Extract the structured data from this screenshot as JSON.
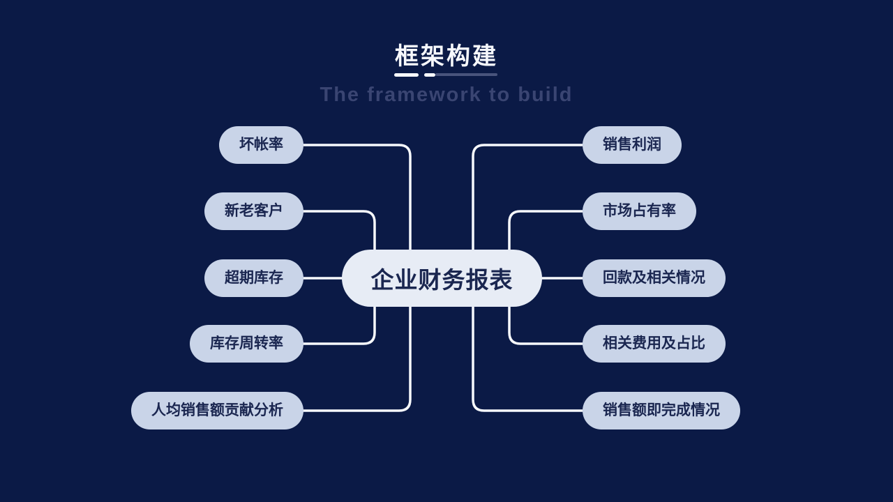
{
  "header": {
    "title": "框架构建",
    "subtitle": "The framework to build"
  },
  "diagram": {
    "center": {
      "label": "企业财务报表"
    },
    "left_nodes": [
      {
        "label": "坏帐率"
      },
      {
        "label": "新老客户"
      },
      {
        "label": "超期库存"
      },
      {
        "label": "库存周转率"
      },
      {
        "label": "人均销售额贡献分析"
      }
    ],
    "right_nodes": [
      {
        "label": "销售利润"
      },
      {
        "label": "市场占有率"
      },
      {
        "label": "回款及相关情况"
      },
      {
        "label": "相关费用及占比"
      },
      {
        "label": "销售额即完成情况"
      }
    ],
    "colors": {
      "background": "#0b1a46",
      "node_fill": "#c9d4e8",
      "center_fill": "#e7ecf5",
      "node_text": "#1a2650",
      "connector": "#f7f9fd",
      "subtitle_text": "#3a4572"
    }
  }
}
